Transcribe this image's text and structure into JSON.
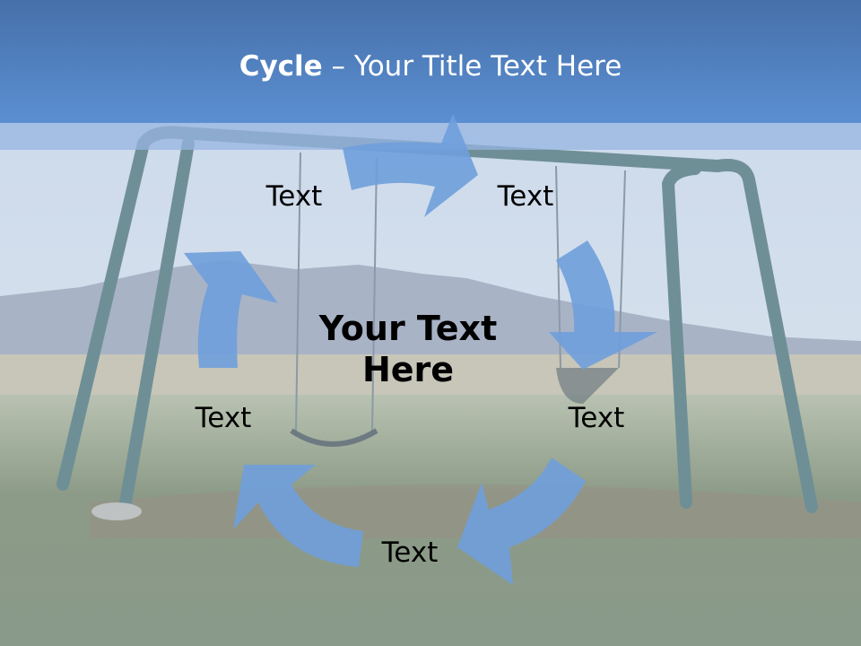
{
  "slide": {
    "title_bold": "Cycle",
    "title_rest": " – Your Title Text Here",
    "center_text": "Your Text Here",
    "labels": [
      "Text",
      "Text",
      "Text",
      "Text",
      "Text"
    ]
  },
  "colors": {
    "title_bar": "#4a78b8",
    "arrow": "#6f9fdc",
    "text": "#000000"
  }
}
